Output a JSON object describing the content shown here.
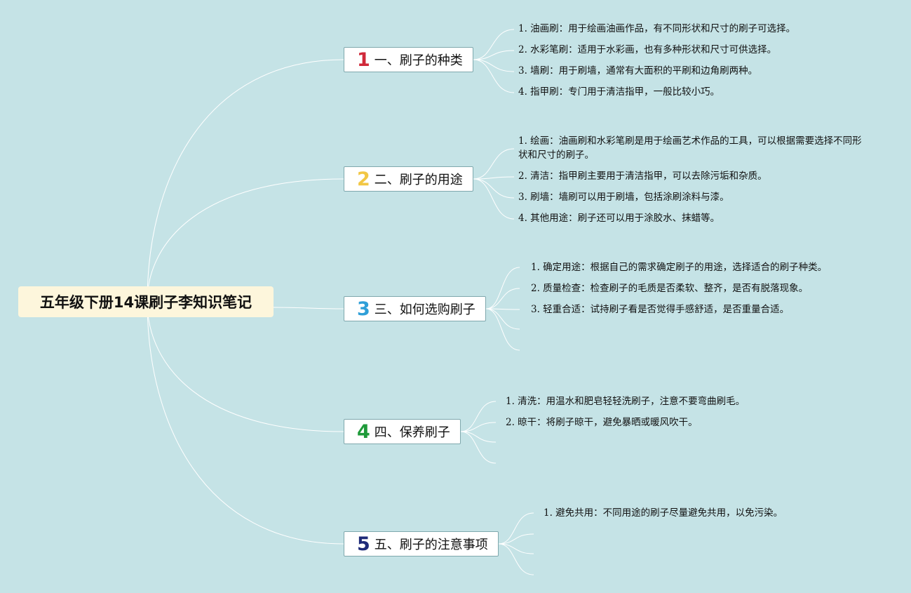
{
  "root": {
    "title": "五年级下册14课刷子李知识笔记"
  },
  "colors": {
    "background": "#c5e3e6",
    "root_bg": "#fdf6dc",
    "branch_border": "#7fa8ad",
    "connector": "#ffffff"
  },
  "branches": [
    {
      "number": "1",
      "number_color": "#d0293a",
      "title": "一、刷子的种类",
      "items": [
        "1. 油画刷：用于绘画油画作品，有不同形状和尺寸的刷子可选择。",
        "2. 水彩笔刷：适用于水彩画，也有多种形状和尺寸可供选择。",
        "3. 墙刷：用于刷墙，通常有大面积的平刷和边角刷两种。",
        "4. 指甲刷：专门用于清洁指甲，一般比较小巧。"
      ]
    },
    {
      "number": "2",
      "number_color": "#f2c744",
      "title": "二、刷子的用途",
      "items": [
        "1. 绘画：油画刷和水彩笔刷是用于绘画艺术作品的工具，可以根据需要选择不同形状和尺寸的刷子。",
        "2. 清洁：指甲刷主要用于清洁指甲，可以去除污垢和杂质。",
        "3. 刷墙：墙刷可以用于刷墙，包括涂刷涂料与漆。",
        "4. 其他用途：刷子还可以用于涂胶水、抹蜡等。"
      ]
    },
    {
      "number": "3",
      "number_color": "#2f9fd8",
      "title": "三、如何选购刷子",
      "items": [
        "1. 确定用途：根据自己的需求确定刷子的用途，选择适合的刷子种类。",
        "2. 质量检查：检查刷子的毛质是否柔软、整齐，是否有脱落现象。",
        "3. 轻重合适：试持刷子看是否觉得手感舒适，是否重量合适。"
      ]
    },
    {
      "number": "4",
      "number_color": "#1f9a3a",
      "title": "四、保养刷子",
      "items": [
        "1. 清洗：用温水和肥皂轻轻洗刷子，注意不要弯曲刷毛。",
        "2. 晾干：将刷子晾干，避免暴晒或暖风吹干。"
      ]
    },
    {
      "number": "5",
      "number_color": "#1e2a78",
      "title": "五、刷子的注意事项",
      "items": [
        "1. 避免共用：不同用途的刷子尽量避免共用，以免污染。"
      ]
    }
  ]
}
